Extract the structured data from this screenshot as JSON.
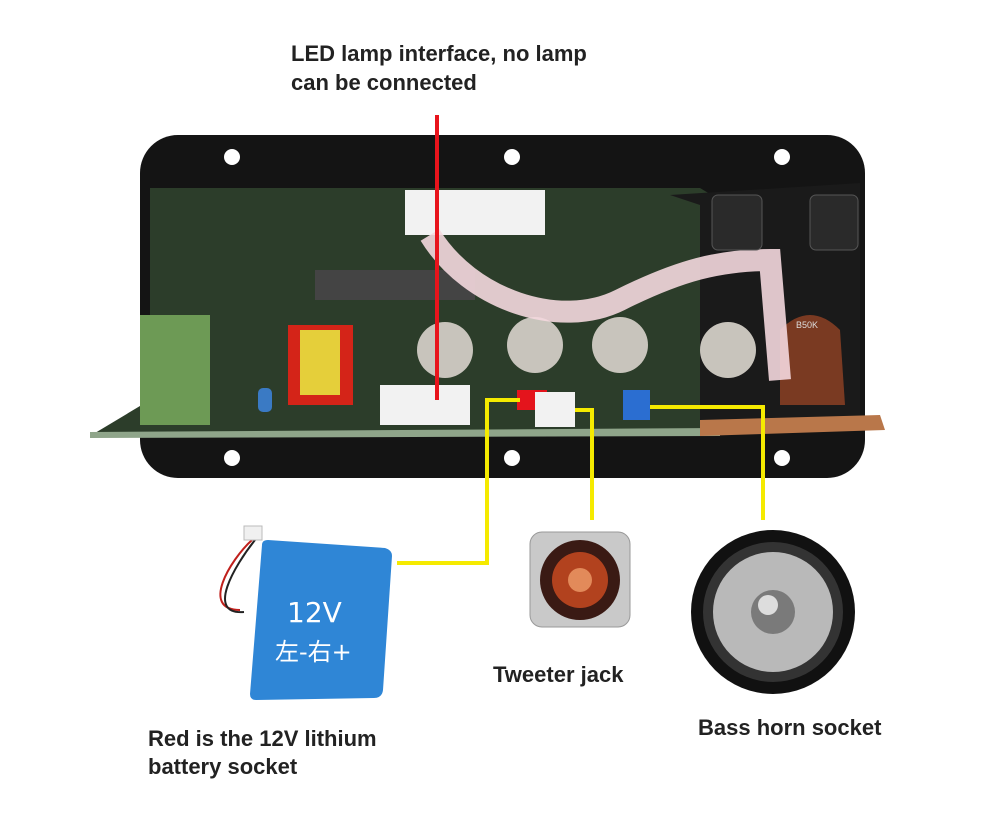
{
  "annotations": {
    "led_line1": "LED lamp interface, no lamp",
    "led_line2": "can be connected",
    "tweeter": "Tweeter jack",
    "bass": "Bass horn socket",
    "battery_line1": "Red is the 12V lithium",
    "battery_line2": "battery socket"
  },
  "battery": {
    "voltage": "12V",
    "polarity": "左-右+"
  },
  "board": {
    "pot_label": "B50K"
  },
  "colors": {
    "led_pointer": "#e8141c",
    "connector_lines": "#f5ea00",
    "battery": "#2f86d6",
    "plate": "#141414",
    "pcb": "#2c4a2a"
  }
}
